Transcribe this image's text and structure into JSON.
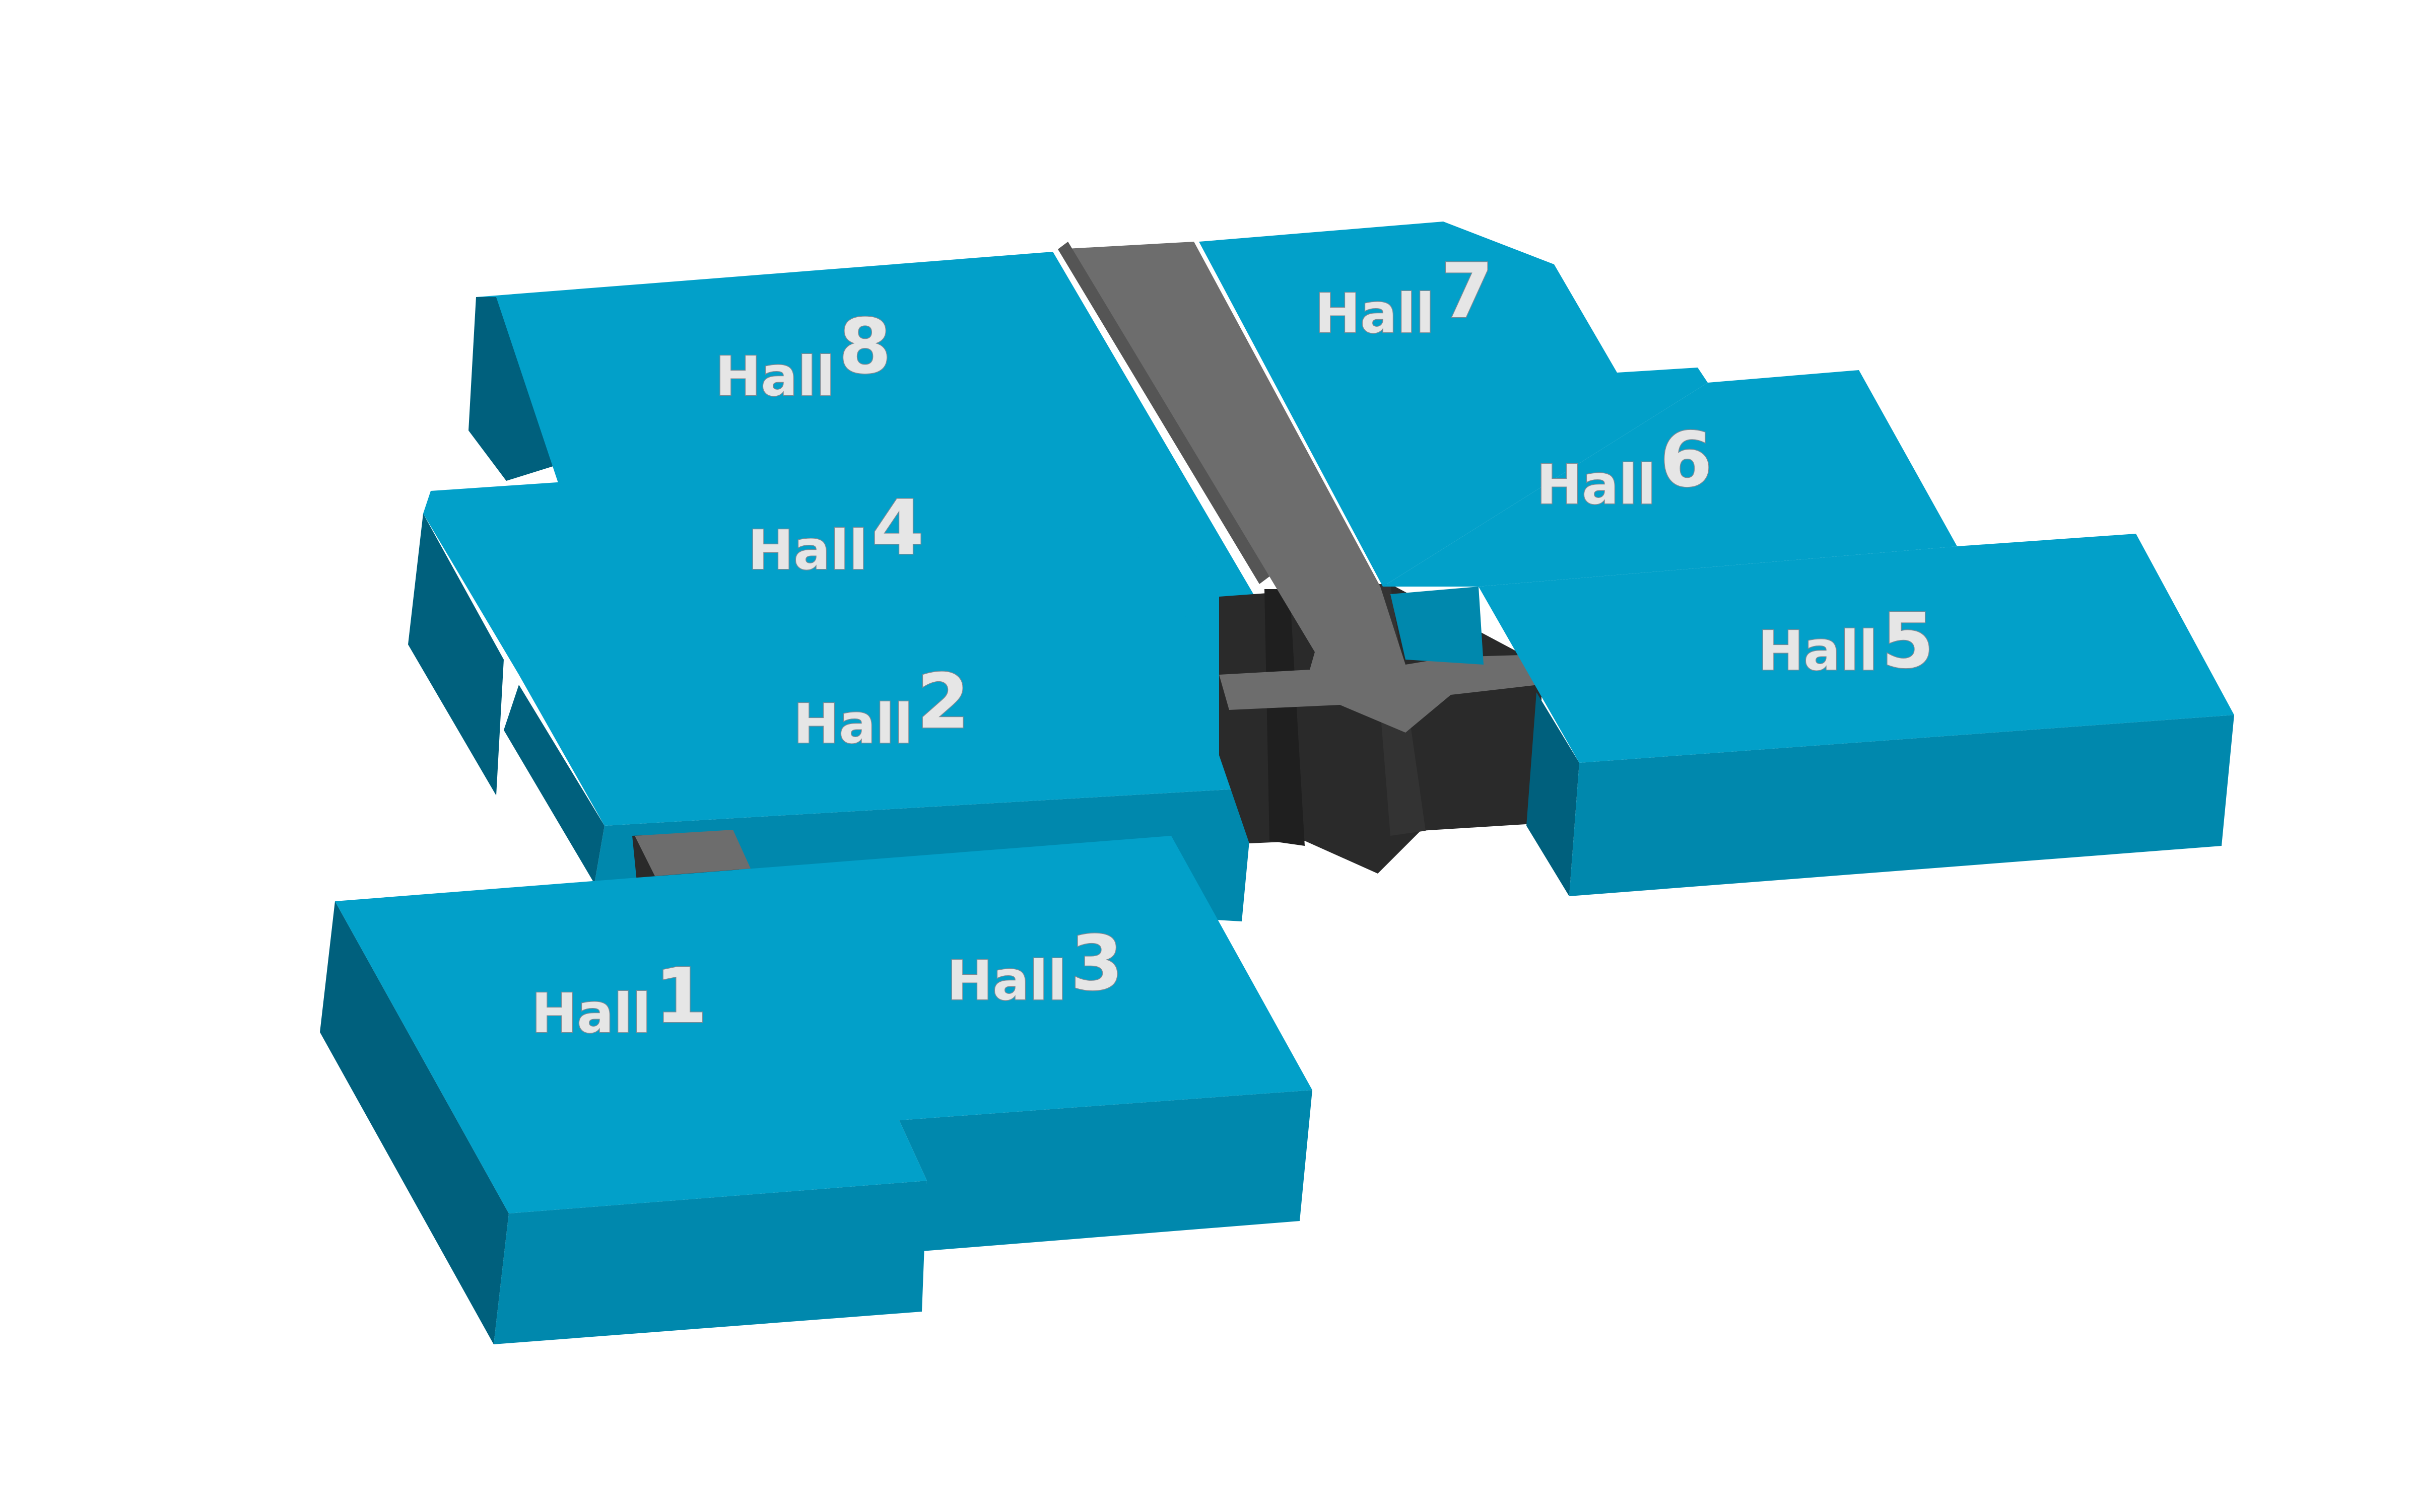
{
  "map": {
    "colors": {
      "hall_top": "#02a0c9",
      "hall_side": "#0088ad",
      "hall_dark_side": "#00607d",
      "corridor_top": "#6d6d6d",
      "corridor_side": "#2a2a2a",
      "background": "#ffffff",
      "label_fill": "#e6e6e6"
    },
    "halls": [
      {
        "id": "hall-1",
        "word": "Hall",
        "number": "1"
      },
      {
        "id": "hall-2",
        "word": "Hall",
        "number": "2"
      },
      {
        "id": "hall-3",
        "word": "Hall",
        "number": "3"
      },
      {
        "id": "hall-4",
        "word": "Hall",
        "number": "4"
      },
      {
        "id": "hall-5",
        "word": "Hall",
        "number": "5"
      },
      {
        "id": "hall-6",
        "word": "Hall",
        "number": "6"
      },
      {
        "id": "hall-7",
        "word": "Hall",
        "number": "7"
      },
      {
        "id": "hall-8",
        "word": "Hall",
        "number": "8"
      }
    ]
  }
}
